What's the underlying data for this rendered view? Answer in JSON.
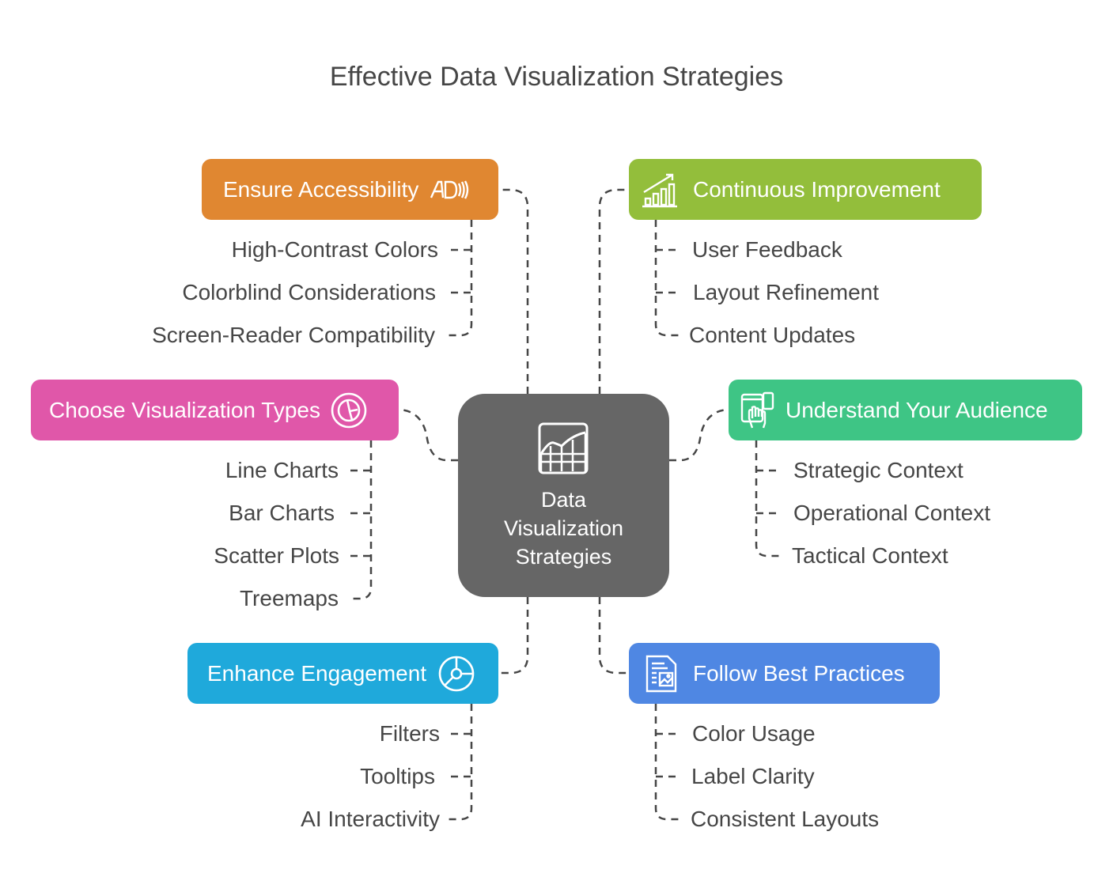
{
  "title": "Effective Data Visualization Strategies",
  "center": {
    "label_lines": [
      "Data",
      "Visualization",
      "Strategies"
    ],
    "icon": "area-chart-grid-icon",
    "color": "#666666"
  },
  "branches": [
    {
      "id": "ensure-accessibility",
      "label": "Ensure Accessibility",
      "icon": "audio-description-icon",
      "color": "#E08731",
      "items": [
        "High-Contrast Colors",
        "Colorblind Considerations",
        "Screen-Reader Compatibility"
      ]
    },
    {
      "id": "continuous-improvement",
      "label": "Continuous Improvement",
      "icon": "growth-bar-chart-icon",
      "color": "#93BE3B",
      "items": [
        "User Feedback",
        "Layout Refinement",
        "Content Updates"
      ]
    },
    {
      "id": "choose-visualization-types",
      "label": "Choose Visualization Types",
      "icon": "pie-chart-circle-icon",
      "color": "#E057A9",
      "items": [
        "Line Charts",
        "Bar Charts",
        "Scatter Plots",
        "Treemaps"
      ]
    },
    {
      "id": "understand-your-audience",
      "label": "Understand Your Audience",
      "icon": "touch-devices-icon",
      "color": "#3EC585",
      "items": [
        "Strategic Context",
        "Operational Context",
        "Tactical Context"
      ]
    },
    {
      "id": "enhance-engagement",
      "label": "Enhance Engagement",
      "icon": "donut-chart-icon",
      "color": "#1FA9DB",
      "items": [
        "Filters",
        "Tooltips",
        "AI Interactivity"
      ]
    },
    {
      "id": "follow-best-practices",
      "label": "Follow Best Practices",
      "icon": "document-image-icon",
      "color": "#4F87E3",
      "items": [
        "Color Usage",
        "Label Clarity",
        "Consistent Layouts"
      ]
    }
  ]
}
